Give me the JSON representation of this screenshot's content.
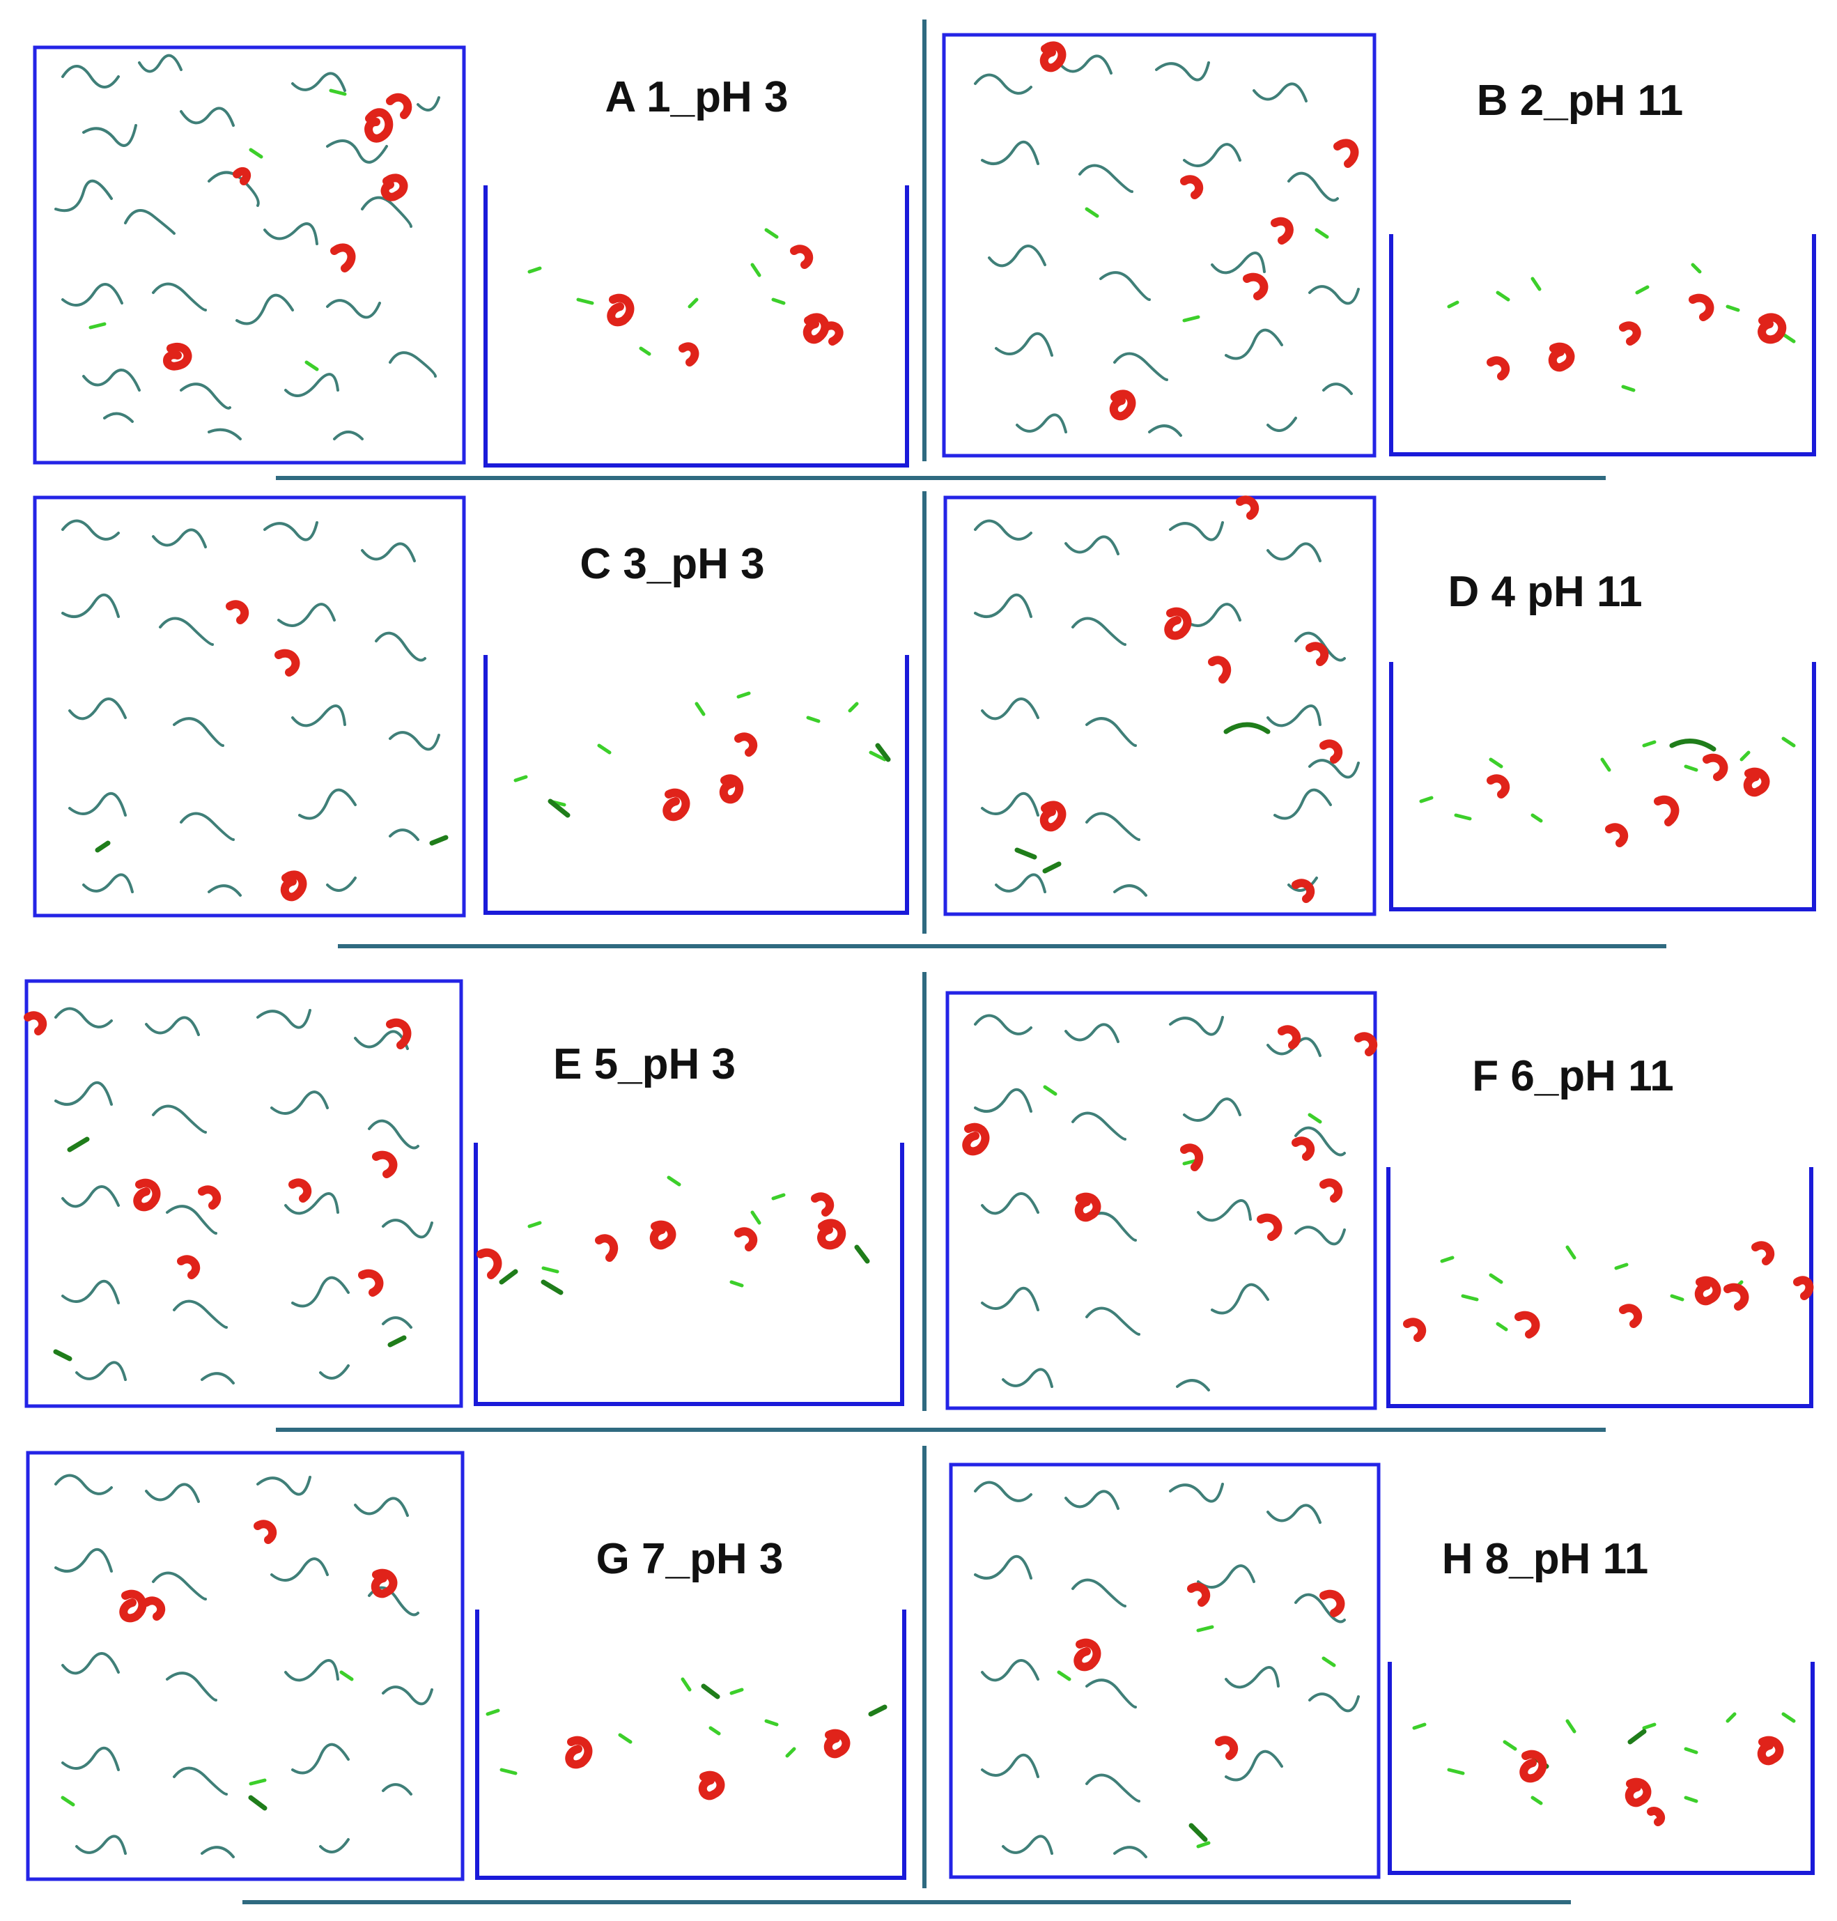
{
  "panels": [
    {
      "id": "A",
      "label": "A 1_pH 3"
    },
    {
      "id": "B",
      "label": "B 2_pH 11"
    },
    {
      "id": "C",
      "label": "C 3_pH 3"
    },
    {
      "id": "D",
      "label": "D 4 pH 11"
    },
    {
      "id": "E",
      "label": "E 5_pH 3"
    },
    {
      "id": "F",
      "label": "F 6_pH 11"
    },
    {
      "id": "G",
      "label": "G 7_pH 3"
    },
    {
      "id": "H",
      "label": "H 8_pH 11"
    }
  ],
  "colors": {
    "box": "#2424e6",
    "separator": "#2f6a80",
    "coil": "#3f7f78",
    "beta": "#3ccf2a",
    "helix": "#e0231a"
  }
}
